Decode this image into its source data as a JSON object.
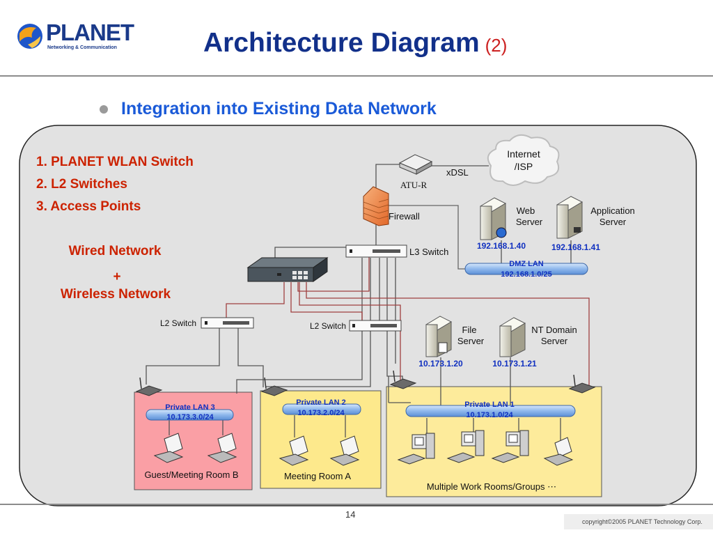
{
  "header": {
    "logo_text": "PLANET",
    "logo_subtitle": "Networking & Communication",
    "title": "Architecture Diagram",
    "title_number": "(2)"
  },
  "bullet": "Integration into Existing Data Network",
  "components_list": [
    "1. PLANET WLAN Switch",
    "2. L2 Switches",
    "3. Access Points"
  ],
  "network_label": {
    "wired": "Wired Network",
    "plus": "+",
    "wireless": "Wireless Network"
  },
  "nodes": {
    "internet": [
      "Internet",
      "/ISP"
    ],
    "xdsl": "xDSL",
    "atur": "ATU-R",
    "firewall": "Firewall",
    "l3_switch": "L3 Switch",
    "l2_switch_left": "L2 Switch",
    "l2_switch_right": "L2 Switch",
    "web_server": [
      "Web",
      "Server"
    ],
    "web_server_ip": "192.168.1.40",
    "app_server": [
      "Application",
      "Server"
    ],
    "app_server_ip": "192.168.1.41",
    "dmz_lan": [
      "DMZ LAN",
      "192.168.1.0/25"
    ],
    "file_server": [
      "File",
      "Server"
    ],
    "file_server_ip": "10.173.1.20",
    "nt_server": [
      "NT Domain",
      "Server"
    ],
    "nt_server_ip": "10.173.1.21"
  },
  "rooms": {
    "guest": {
      "lan": [
        "Private LAN 3",
        "10.173.3.0/24"
      ],
      "label": "Guest/Meeting Room B"
    },
    "meeting": {
      "lan": [
        "Private LAN 2",
        "10.173.2.0/24"
      ],
      "label": "Meeting Room A"
    },
    "work": {
      "lan": [
        "Private LAN 1",
        "10.173.1.0/24"
      ],
      "label": "Multiple Work Rooms/Groups ⋯"
    }
  },
  "footer": {
    "page_number": "14",
    "copyright": "copyright©2005 PLANET Technology Corp."
  },
  "colors": {
    "title": "#12308a",
    "accent_red": "#cc2020",
    "bullet_blue": "#1a5ad8",
    "list_red": "#cc2200",
    "ip_blue": "#1030c0",
    "guest_room": "#fa9fa5",
    "meeting_room": "#fde98c",
    "work_room": "#fdeb9b",
    "lan_tube": "#8fb8ec",
    "panel": "#e2e2e2"
  }
}
